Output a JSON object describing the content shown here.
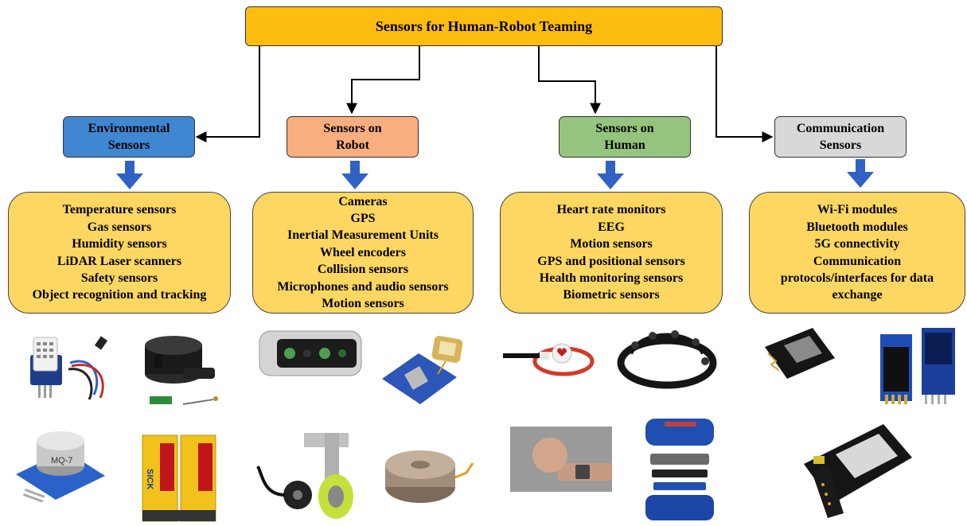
{
  "title": "Sensors for Human-Robot Teaming",
  "categories": [
    {
      "id": "environmental",
      "name_lines": [
        "Environmental",
        "Sensors"
      ],
      "color": "#3f87d1",
      "items": [
        "Temperature sensors",
        "Gas sensors",
        "Humidity sensors",
        "LiDAR Laser scanners",
        "Safety sensors",
        "Object recognition and tracking"
      ],
      "images": [
        "dht-humidity-sensor",
        "lidar-scanner",
        "mq7-gas-sensor",
        "sick-safety-light-barrier"
      ]
    },
    {
      "id": "robot",
      "name_lines": [
        "Sensors on",
        "Robot"
      ],
      "color": "#f8ae7f",
      "items": [
        "Cameras",
        "GPS",
        "Inertial Measurement Units",
        "Wheel encoders",
        "Collision sensors",
        "Microphones and audio sensors",
        "Motion sensors"
      ],
      "images": [
        "depth-camera",
        "gps-module",
        "wheel-encoder",
        "force-torque-sensor"
      ]
    },
    {
      "id": "human",
      "name_lines": [
        "Sensors on",
        "Human"
      ],
      "color": "#94c47e",
      "items": [
        "Heart rate monitors",
        "EEG",
        "Motion sensors",
        "GPS and positional sensors",
        "Health monitoring sensors",
        "Biometric sensors"
      ],
      "images": [
        "heart-rate-sensor",
        "eeg-headset",
        "wrist-wearable-sensor",
        "layered-wearable-device"
      ]
    },
    {
      "id": "communication",
      "name_lines": [
        "Communication",
        "Sensors"
      ],
      "color": "#d8d8d8",
      "items": [
        "Wi-Fi modules",
        "Bluetooth modules",
        "5G connectivity",
        "Communication",
        "protocols/interfaces for data",
        "exchange"
      ],
      "images": [
        "esp-wifi-module",
        "bluetooth-module",
        "5g-dev-board"
      ]
    }
  ],
  "colors": {
    "root": "#fdbd10",
    "list_fill": "#fdd761",
    "down_arrow": "#2f62c4"
  }
}
